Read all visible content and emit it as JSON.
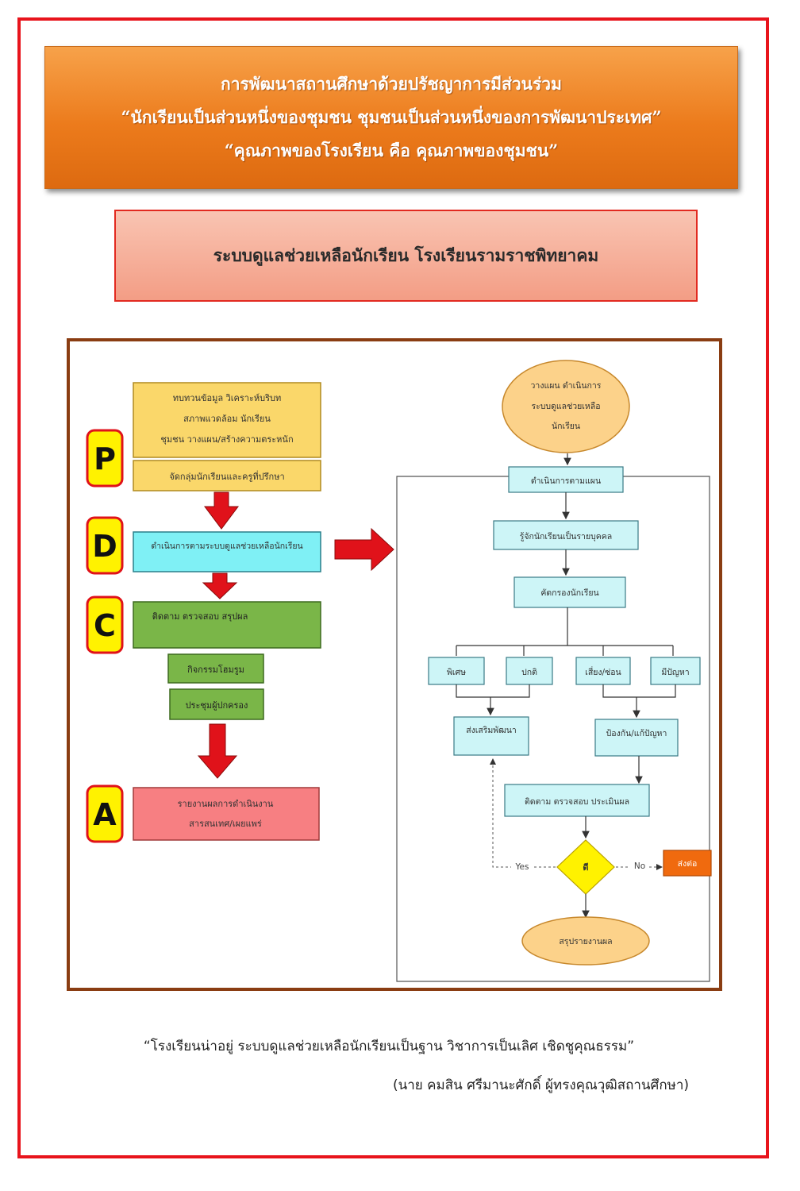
{
  "banner": {
    "line1": "การพัฒนาสถานศึกษาด้วยปรัชญาการมีส่วนร่วม",
    "line2": "“นักเรียนเป็นส่วนหนึ่งของชุมชน  ชุมชนเป็นส่วนหนึ่งของการพัฒนาประเทศ”",
    "line3": "“คุณภาพของโรงเรียน คือ คุณภาพของชุมชน”"
  },
  "subtitle": "ระบบดูแลช่วยเหลือนักเรียน โรงเรียนรามราชพิทยาคม",
  "pdca": {
    "p_letter": "P",
    "d_letter": "D",
    "c_letter": "C",
    "a_letter": "A",
    "p_box_line1": "ทบทวนข้อมูล  วิเคราะห์บริบท",
    "p_box_line2": "สภาพแวดล้อม นักเรียน",
    "p_box_line3": "ชุมชน วางแผน/สร้างความตระหนัก",
    "p_box2": "จัดกลุ่มนักเรียนและครูที่ปรึกษา",
    "d_box": "ดำเนินการตามระบบดูแลช่วยเหลือนักเรียน",
    "c_box": "ติดตาม  ตรวจสอบ  สรุปผล",
    "c_sub1": "กิจกรรมโฮมรูม",
    "c_sub2": "ประชุมผู้ปกครอง",
    "a_box_line1": "รายงานผลการดำเนินงาน",
    "a_box_line2": "สารสนเทศ/เผยแพร่"
  },
  "flow": {
    "start_line1": "วางแผน ดำเนินการ",
    "start_line2": "ระบบดูแลช่วยเหลือ",
    "start_line3": "นักเรียน",
    "step1": "ดำเนินการตามแผน",
    "step2": "รู้จักนักเรียนเป็นรายบุคคล",
    "step3": "คัดกรองนักเรียน",
    "cat1": "พิเศษ",
    "cat2": "ปกติ",
    "cat3": "เสี่ยง/ซ่อน",
    "cat4": "มีปัญหา",
    "promote": "ส่งเสริมพัฒนา",
    "prevent": "ป้องกัน/แก้ปัญหา",
    "evaluate": "ติดตาม ตรวจสอบ ประเมินผล",
    "decision": "ดี",
    "yes_label": "Yes",
    "no_label": "No",
    "refer": "ส่งต่อ",
    "end": "สรุปรายงานผล"
  },
  "quote": "“โรงเรียนน่าอยู่  ระบบดูแลช่วยเหลือนักเรียนเป็นฐาน  วิชาการเป็นเลิศ  เชิดชูคุณธรรม”",
  "author": "(นาย คมสิน  ศรีมานะศักดิ์  ผู้ทรงคุณวุฒิสถานศึกษา)",
  "colors": {
    "frame": "#e8141c",
    "banner": "#ec7b1c",
    "plan_box": "#fad76a",
    "do_box": "#7ff0f5",
    "check_box": "#7ab648",
    "act_box": "#f77f82",
    "flow_box": "#cdf5f7",
    "decision": "#fff200",
    "refer": "#f06a0e",
    "arrow": "#e0121a"
  }
}
